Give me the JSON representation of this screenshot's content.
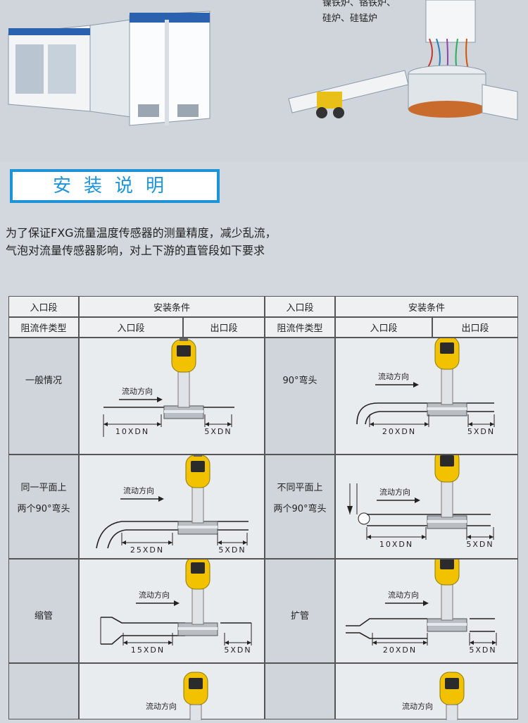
{
  "top": {
    "furnace_types_line1": "镍铁炉、铬铁炉、",
    "furnace_types_line2": "硅炉、硅锰炉"
  },
  "banner": {
    "title": "安装说明"
  },
  "intro": {
    "line1": "为了保证FXG流量温度传感器的测量精度，减少乱流，",
    "line2": "气泡对流量传感器影响，对上下游的直管段如下要求"
  },
  "table": {
    "header": {
      "col1_top": "入口段",
      "col1_bottom": "阻流件类型",
      "conditions": "安装条件",
      "inlet": "入口段",
      "outlet": "出口段"
    },
    "rows": [
      {
        "left": {
          "label": [
            "一般情况"
          ],
          "inlet": "10XDN",
          "outlet": "5XDN"
        },
        "right": {
          "label": [
            "90°弯头"
          ],
          "inlet": "20XDN",
          "outlet": "5XDN"
        }
      },
      {
        "left": {
          "label": [
            "同一平面上",
            "两个90°弯头"
          ],
          "inlet": "25XDN",
          "outlet": "5XDN"
        },
        "right": {
          "label": [
            "不同平面上",
            "两个90°弯头"
          ],
          "inlet": "10XDN",
          "outlet": "5XDN"
        }
      },
      {
        "left": {
          "label": [
            "缩管"
          ],
          "inlet": "15XDN",
          "outlet": "5XDN"
        },
        "right": {
          "label": [
            "扩管"
          ],
          "inlet": "20XDN",
          "outlet": "5XDN"
        }
      }
    ],
    "flow_direction": "流动方向"
  },
  "colors": {
    "banner": "#1e94d8",
    "device_yellow": "#f2c200"
  }
}
